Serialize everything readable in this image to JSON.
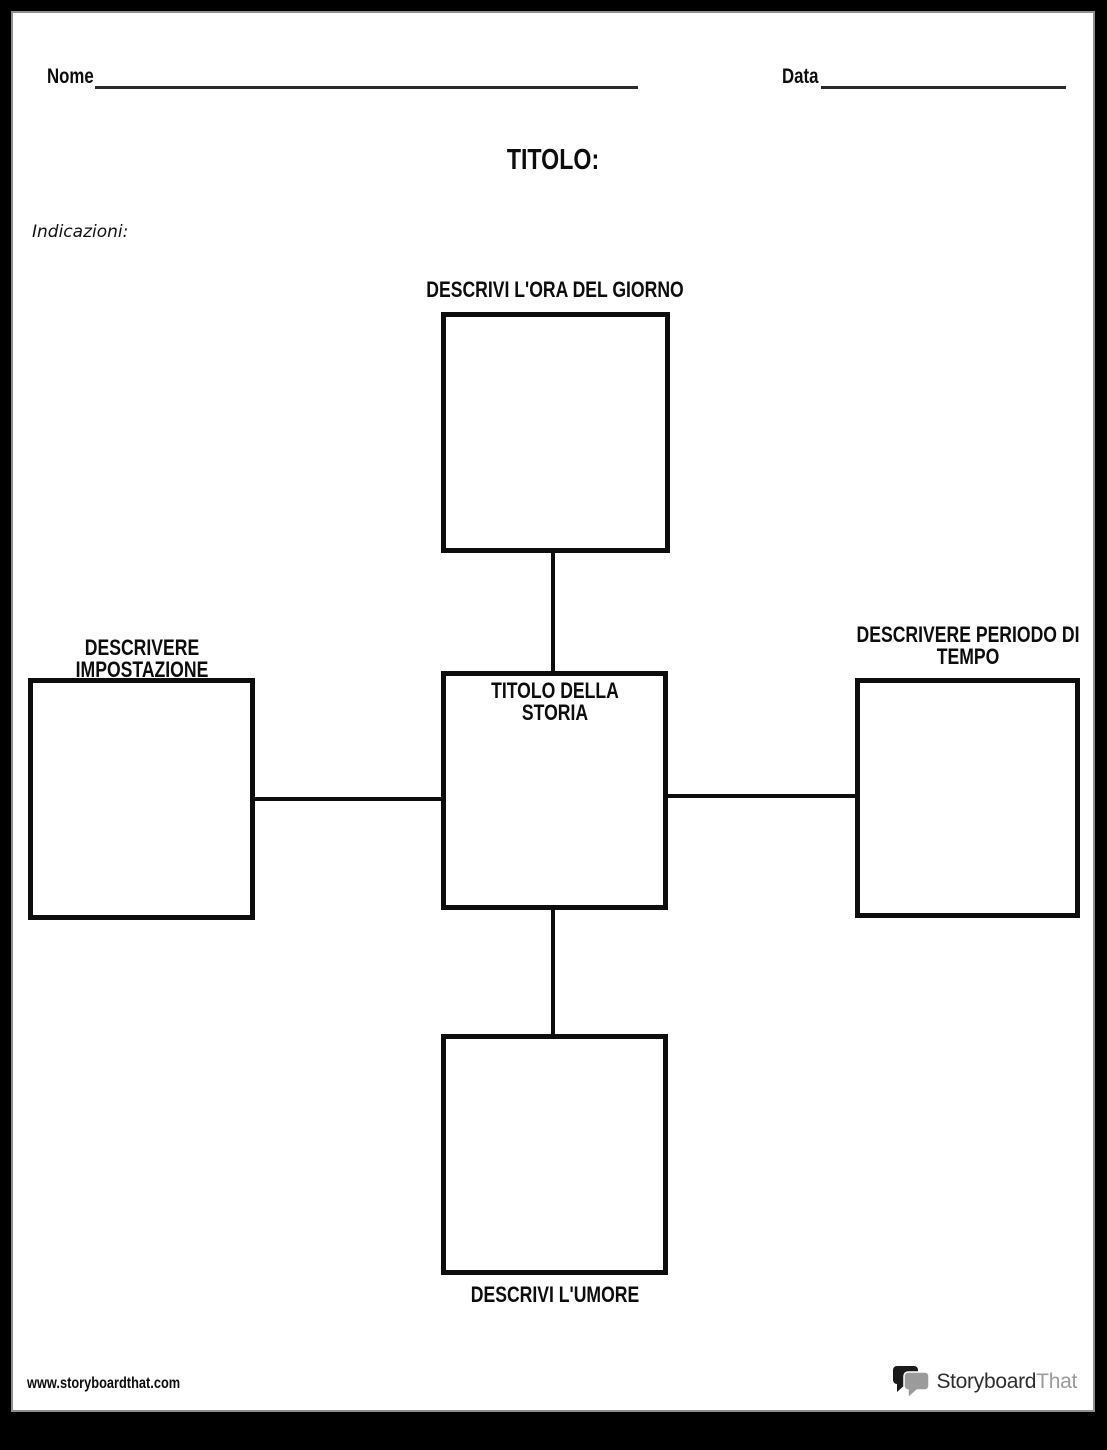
{
  "header": {
    "name_label": "Nome",
    "date_label": "Data",
    "title_label": "TITOLO:",
    "directions_label": "Indicazioni:"
  },
  "diagram": {
    "top_label": "DESCRIVI L'ORA DEL GIORNO",
    "left_label": "DESCRIVERE IMPOSTAZIONE",
    "right_label": "DESCRIVERE PERIODO DI TEMPO",
    "bottom_label": "DESCRIVI L'UMORE",
    "center_label": "TITOLO DELLA STORIA"
  },
  "footer": {
    "url": "www.storyboardthat.com",
    "logo_primary": "Storyboard",
    "logo_secondary": "That"
  },
  "colors": {
    "line_color": "#0d0d0d",
    "logo_gray": "#9b9b9b",
    "logo_dark": "#1a1a1a",
    "page_background": "#ffffff",
    "surround_background": "#000000"
  }
}
